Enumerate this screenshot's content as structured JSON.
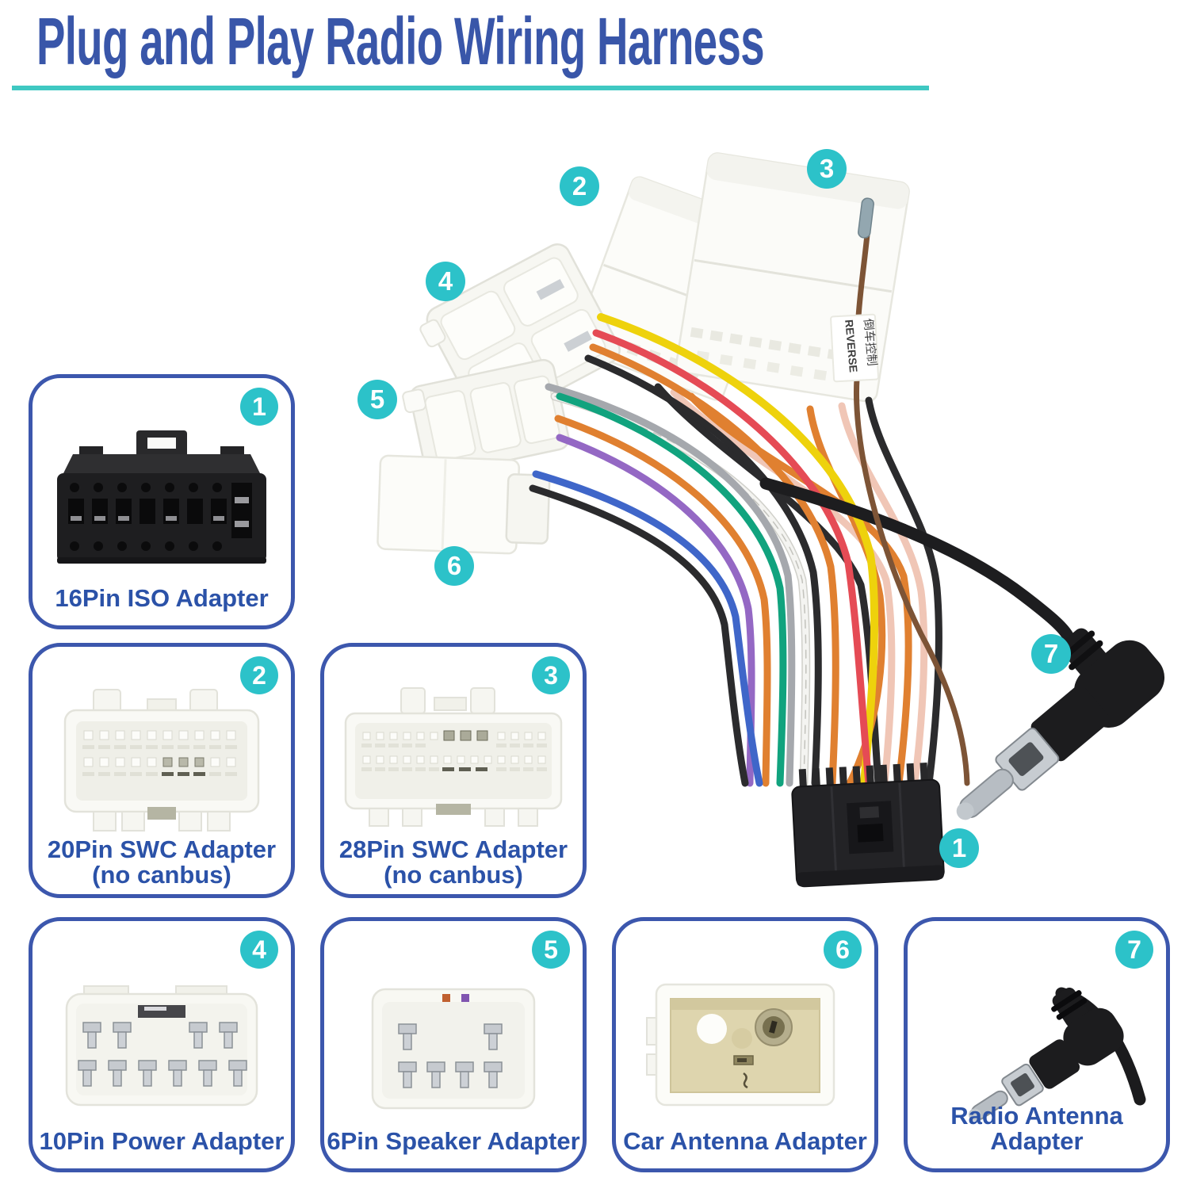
{
  "title": "Plug and Play Radio Wiring Harness",
  "theme": {
    "title_color": "#3956a9",
    "underline_color": "#3fc8c2",
    "badge_color": "#2cc2c9",
    "badge_text_color": "#ffffff",
    "box_border_color": "#3c57ad",
    "label_color": "#2b52a8",
    "background_color": "#ffffff"
  },
  "main_photo": {
    "callouts": [
      {
        "number": "1",
        "target": "16pin-iso-connector"
      },
      {
        "number": "2",
        "target": "20pin-swc-connector"
      },
      {
        "number": "3",
        "target": "28pin-swc-connector"
      },
      {
        "number": "4",
        "target": "10pin-power-connector"
      },
      {
        "number": "5",
        "target": "6pin-speaker-connector"
      },
      {
        "number": "6",
        "target": "car-antenna-connector"
      },
      {
        "number": "7",
        "target": "radio-antenna-plug"
      }
    ],
    "reverse_tag": {
      "line1": "REVERSE",
      "line2": "倒车控制"
    },
    "wire_colors": {
      "yellow": "#eed20c",
      "red": "#e54b55",
      "orange": "#e08030",
      "pink": "#f0c6b6",
      "black": "#2b2b2d",
      "white": "#f4f4f1",
      "gray": "#a5a8ad",
      "green": "#11a37e",
      "purple": "#9468c4",
      "blue": "#3f66c9",
      "brown": "#7d5436",
      "cable_black": "#1d1d1f"
    }
  },
  "adapters": [
    {
      "number": "1",
      "label": "16Pin ISO Adapter"
    },
    {
      "number": "2",
      "label": "20Pin SWC Adapter",
      "sublabel": "(no canbus)"
    },
    {
      "number": "3",
      "label": "28Pin SWC Adapter",
      "sublabel": "(no canbus)"
    },
    {
      "number": "4",
      "label": "10Pin Power Adapter"
    },
    {
      "number": "5",
      "label": "6Pin Speaker Adapter"
    },
    {
      "number": "6",
      "label": "Car Antenna Adapter"
    },
    {
      "number": "7",
      "label": "Radio Antenna Adapter"
    }
  ]
}
